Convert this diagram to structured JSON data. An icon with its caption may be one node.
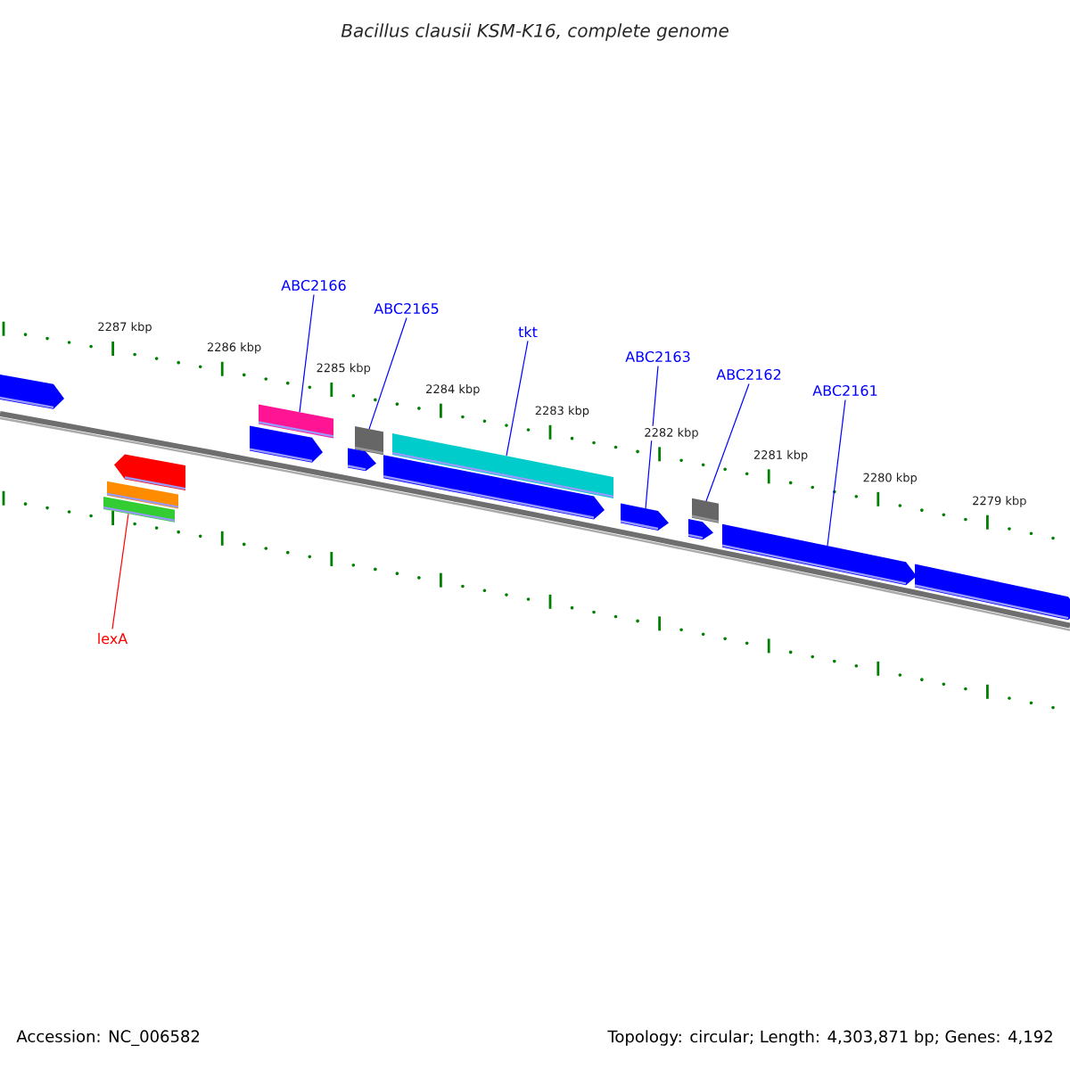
{
  "diagram": {
    "title": "Bacillus clausii KSM-K16, complete genome",
    "nodes": [
      {
        "text": [
          "ABC2166"
        ]
      },
      {
        "text": [
          "ABC2165"
        ]
      },
      {
        "text": [
          "tkt"
        ]
      },
      {
        "text": [
          "ABC2163"
        ]
      },
      {
        "text": [
          "ABC2162"
        ]
      },
      {
        "text": [
          "ABC2161"
        ]
      },
      {
        "text": [
          "lexA"
        ]
      },
      {
        "text": [],
        "shape": "box"
      },
      {
        "text": [],
        "shape": "box"
      },
      {
        "text": [],
        "shape": "box"
      },
      {
        "text": [],
        "shape": "box"
      },
      {
        "text": [],
        "shape": "arrow"
      },
      {
        "text": [],
        "shape": "box"
      },
      {
        "text": [],
        "shape": "arrow"
      }
    ],
    "edges": [
      {
        "from": 0,
        "to": 8,
        "arrow": "none"
      },
      {
        "from": 1,
        "to": 9,
        "arrow": "none"
      },
      {
        "from": 2,
        "to": 10,
        "arrow": "none"
      },
      {
        "from": 3,
        "to": 11,
        "arrow": "none"
      },
      {
        "from": 4,
        "to": 12,
        "arrow": "none"
      },
      {
        "from": 5,
        "to": 13,
        "arrow": "none"
      },
      {
        "from": 6,
        "to": 7,
        "arrow": "none",
        "color": "#ff0000"
      }
    ],
    "labels": [
      "2287 kbp",
      "2286 kbp",
      "2285 kbp",
      "2284 kbp",
      "2283 kbp",
      "2282 kbp",
      "2281 kbp",
      "2280 kbp",
      "2279 kbp",
      "Accession: NC_006582",
      "Topology: circular; Length: 4,303,871 bp; Genes: 4,192"
    ]
  }
}
